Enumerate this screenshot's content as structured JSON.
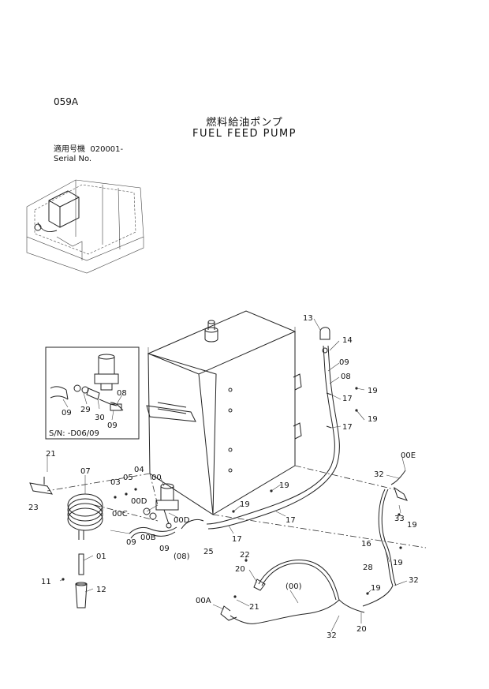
{
  "header": {
    "page_code": "059A",
    "title_jp": "燃料給油ポンプ",
    "title_en": "FUEL FEED PUMP"
  },
  "serial": {
    "label_jp": "適用号機",
    "value": "020001-",
    "label_en": "Serial No."
  },
  "inset": {
    "serial_note": "S/N: -D06/09",
    "callouts": [
      "08",
      "29",
      "30",
      "09",
      "09"
    ]
  },
  "callouts": [
    "13",
    "14",
    "09",
    "08",
    "19",
    "17",
    "19",
    "17",
    "00E",
    "32",
    "33",
    "19",
    "21",
    "23",
    "07",
    "03",
    "05",
    "04",
    "00",
    "00D",
    "00C",
    "00D",
    "09",
    "00B",
    "09",
    "(08)",
    "25",
    "19",
    "19",
    "17",
    "17",
    "16",
    "19",
    "28",
    "32",
    "01",
    "11",
    "12",
    "22",
    "20",
    "(00)",
    "00A",
    "21",
    "19",
    "20",
    "32"
  ]
}
